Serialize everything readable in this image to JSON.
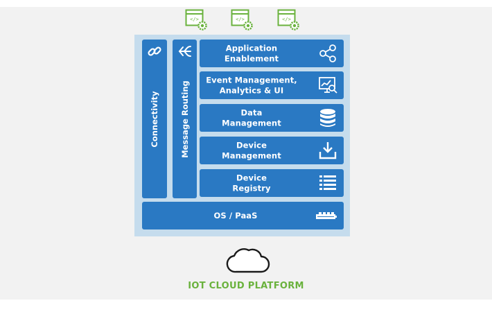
{
  "diagram": {
    "title": "IOT CLOUD PLATFORM",
    "vertical_layers": [
      {
        "label": "Connectivity",
        "icon": "chain-link-icon"
      },
      {
        "label": "Message Routing",
        "icon": "routing-arrows-icon"
      }
    ],
    "layers": [
      {
        "line1": "Application",
        "line2": "Enablement",
        "icon": "share-nodes-icon"
      },
      {
        "line1": "Event Management,",
        "line2": "Analytics & UI",
        "icon": "analytics-monitor-icon"
      },
      {
        "line1": "Data",
        "line2": "Management",
        "icon": "database-icon"
      },
      {
        "line1": "Device",
        "line2": "Management",
        "icon": "download-tray-icon"
      },
      {
        "line1": "Device",
        "line2": "Registry",
        "icon": "list-icon"
      }
    ],
    "base_layer": {
      "label": "OS / PaaS",
      "icon": "server-rack-icon"
    },
    "top_icons": [
      "app-window-gear-icon",
      "app-window-gear-icon",
      "app-window-gear-icon"
    ],
    "cloud_icon": "cloud-icon",
    "colors": {
      "block": "#2a79c3",
      "stack_background": "#c5dced",
      "title": "#6ab23d",
      "app_icon": "#6ab23d"
    }
  }
}
